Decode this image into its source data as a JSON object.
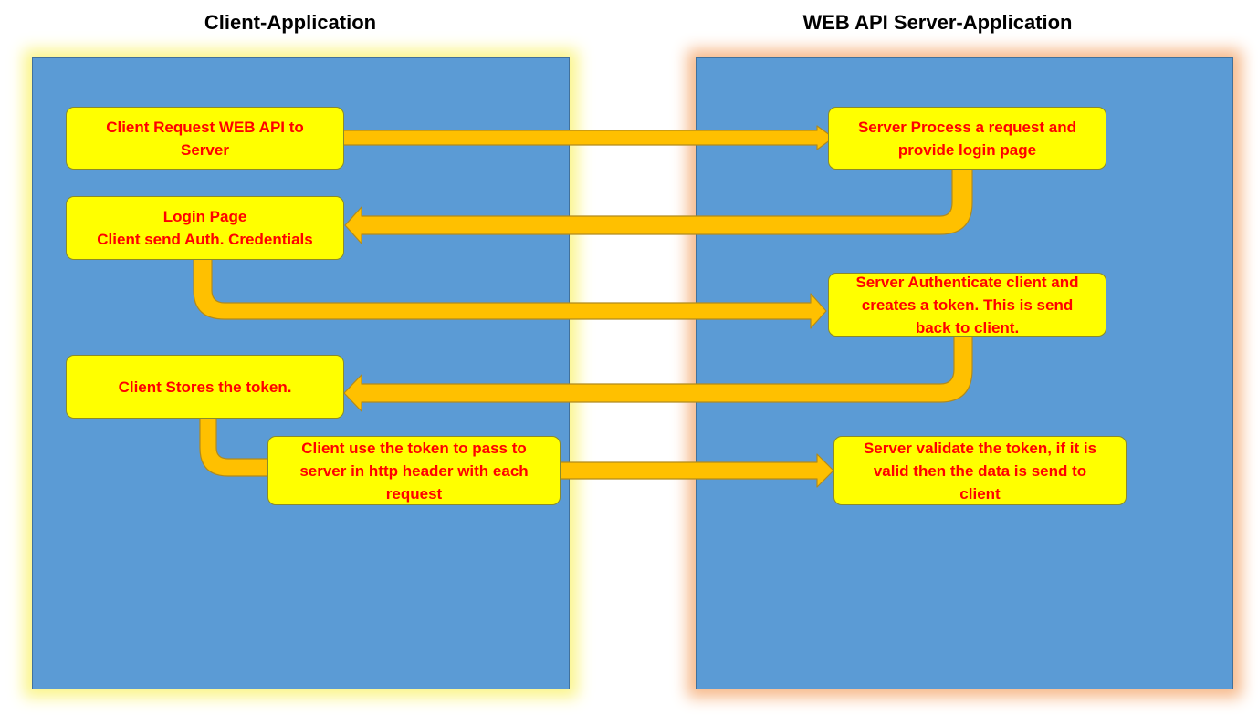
{
  "headings": {
    "client": "Client-Application",
    "server": "WEB API Server-Application"
  },
  "steps": {
    "client_request": "Client Request WEB API to\nServer",
    "server_process": "Server Process a request and\nprovide login page",
    "login_page": "Login Page\nClient send Auth. Credentials",
    "server_auth": "Server Authenticate client and\ncreates a token. This is send\nback to client.",
    "client_stores": "Client Stores the token.",
    "client_use_token": "Client use the token to pass to\nserver in http header with each\nrequest",
    "server_validate": "Server validate the token, if it is\nvalid then the data is send to\nclient"
  },
  "colors": {
    "panel": "#5b9bd5",
    "step_fill": "#ffff00",
    "step_text": "#ff0000",
    "arrow_fill": "#ffc000",
    "client_glow": "#fbf58a",
    "server_glow": "#f7b98a"
  }
}
